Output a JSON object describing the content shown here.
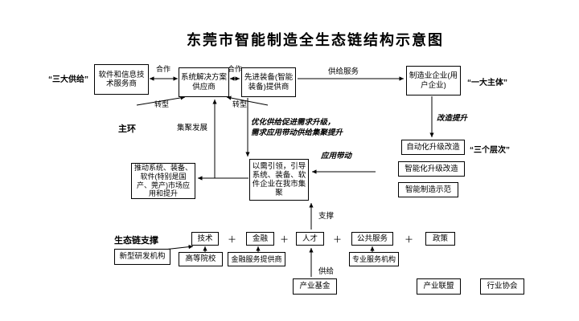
{
  "title": "东莞市智能制造全生态链结构示意图",
  "side_labels": {
    "three_supplies": "“三大供给”",
    "one_subject": "“一大主体”",
    "three_levels": "“三个层次”",
    "main_ring": "主环",
    "eco_support": "生态链支撑"
  },
  "arrow_labels": {
    "cooperate_1": "合作",
    "cooperate_2": "合作",
    "transform_1": "转型",
    "transform_2": "转型",
    "supply_service": "供给服务",
    "cluster_develop": "集聚发展",
    "upgrade_promote": "改造提升",
    "optimize_note": "优化供给促进需求升级，\n需求应用带动供给集聚提升",
    "app_drive": "应用带动",
    "support": "支撑",
    "supply": "供给",
    "plus": "＋"
  },
  "nodes": {
    "software": "软件和信息技术服务商",
    "system_solution": "系统解决方案供应商",
    "advanced_equipment": "先进装备(智能装备)提供商",
    "manufacturer": "制造业企业(用户企业)",
    "auto_upgrade": "自动化升级改造",
    "smart_upgrade": "智能化升级改造",
    "smart_demo": "智能制造示范",
    "promote_apply": "推动系统、装备、软件(特别是国产、莞产)市场应用和提升",
    "demand_lead": "以需引领，引导系统、装备、软件企业在我市集聚",
    "tech": "技术",
    "finance": "金融",
    "talent": "人才",
    "public_service": "公共服务",
    "policy": "政策",
    "research_institute": "新型研发机构",
    "college": "高等院校",
    "finance_provider": "金融服务提供商",
    "professional_service": "专业服务机构",
    "industry_fund": "产业基金",
    "industry_alliance": "产业联盟",
    "industry_association": "行业协会"
  }
}
